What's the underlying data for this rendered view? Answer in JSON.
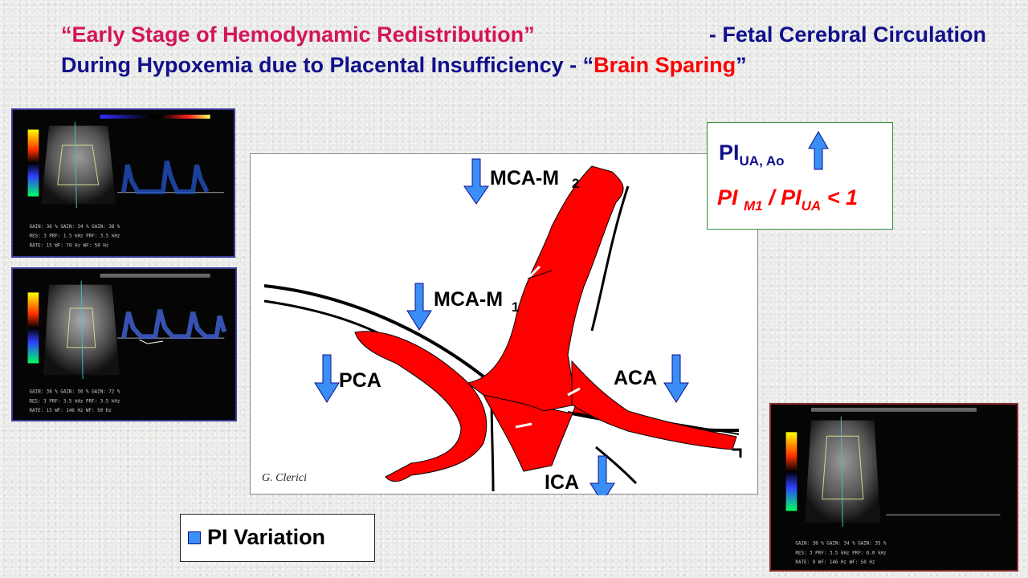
{
  "title": {
    "line1_q1": "“",
    "line1_highlight": "Early Stage of Hemodynamic Redistribution",
    "line1_q2": "”",
    "line1_rest": " - Fetal Cerebral Circulation",
    "line2_text": "During Hypoxemia due to Placental Insufficiency - ",
    "line2_q1": "“",
    "line2_highlight": "Brain Sparing",
    "line2_q2": "”"
  },
  "diagram": {
    "labels": {
      "mca_m2": "MCA-M",
      "mca_m2_sub": "2",
      "mca_m1": "MCA-M",
      "mca_m1_sub": "1",
      "pca": "PCA",
      "aca": "ACA",
      "ica": "ICA"
    },
    "credit": "G. Clerici"
  },
  "info_box": {
    "pi1_main": "PI",
    "pi1_sub": "UA, Ao",
    "pi2_a": "PI ",
    "pi2_sub1": "M1",
    "pi2_b": " / PI",
    "pi2_sub2": "UA",
    "pi2_c": " < 1"
  },
  "legend": {
    "label": "PI Variation"
  },
  "colors": {
    "title_blue": "#10108c",
    "title_magenta": "#d4145a",
    "highlight_red": "#ff0000",
    "vessel_red": "#ff0000",
    "arrow_blue": "#3a8ef6"
  },
  "icons": [
    "down-arrow-icon",
    "up-arrow-icon",
    "legend-square-icon"
  ]
}
